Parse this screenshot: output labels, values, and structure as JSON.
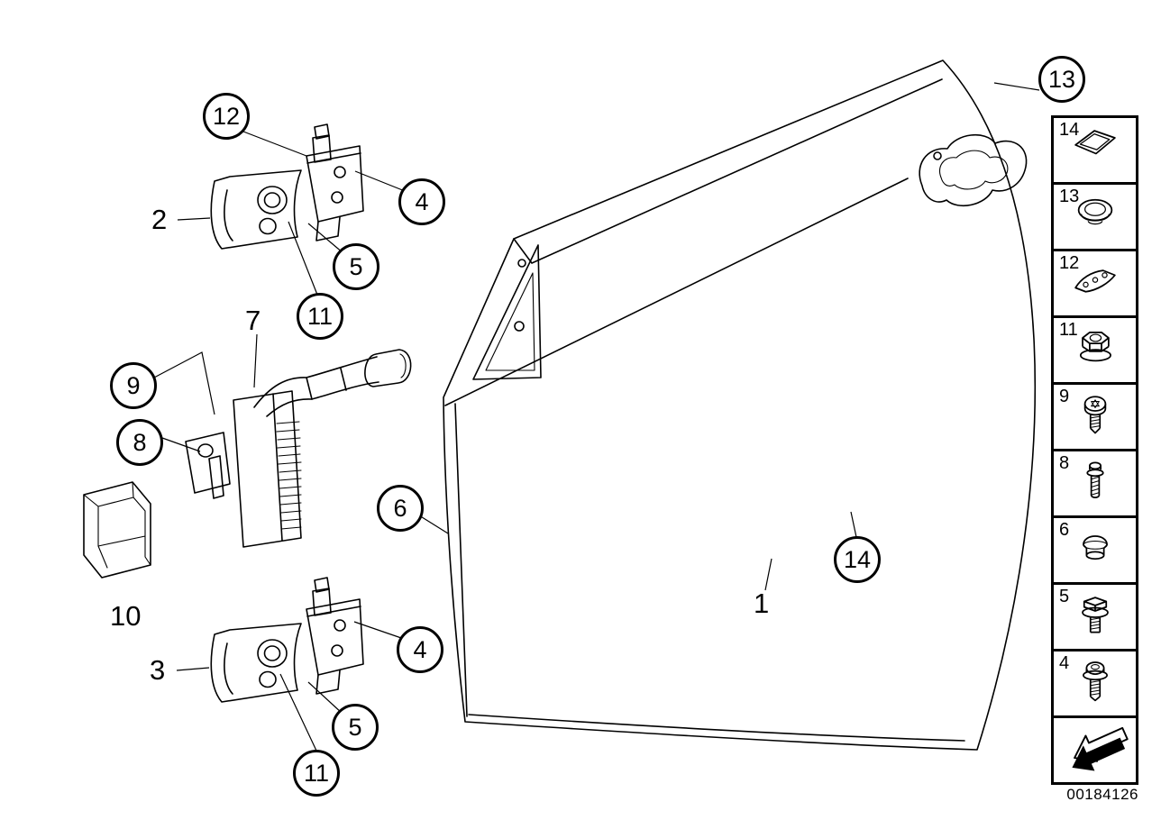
{
  "diagram": {
    "number": "00184126"
  },
  "callouts": {
    "circled": [
      {
        "label": "12"
      },
      {
        "label": "4"
      },
      {
        "label": "5"
      },
      {
        "label": "11"
      },
      {
        "label": "9"
      },
      {
        "label": "8"
      },
      {
        "label": "6"
      },
      {
        "label": "14"
      },
      {
        "label": "13"
      },
      {
        "label": "4"
      },
      {
        "label": "5"
      },
      {
        "label": "11"
      }
    ],
    "plain": [
      {
        "label": "2"
      },
      {
        "label": "7"
      },
      {
        "label": "10"
      },
      {
        "label": "1"
      },
      {
        "label": "3"
      }
    ]
  },
  "legend": {
    "items": [
      {
        "label": "14",
        "icon": "seal-gasket-icon"
      },
      {
        "label": "13",
        "icon": "cap-grommet-icon"
      },
      {
        "label": "12",
        "icon": "shim-plate-icon"
      },
      {
        "label": "11",
        "icon": "flange-nut-icon"
      },
      {
        "label": "9",
        "icon": "torx-screw-icon"
      },
      {
        "label": "8",
        "icon": "stud-bolt-icon"
      },
      {
        "label": "6",
        "icon": "plug-grommet-icon"
      },
      {
        "label": "5",
        "icon": "hex-bolt-icon"
      },
      {
        "label": "4",
        "icon": "flange-bolt-icon"
      }
    ]
  },
  "colors": {
    "line": "#000000",
    "background": "#ffffff"
  }
}
